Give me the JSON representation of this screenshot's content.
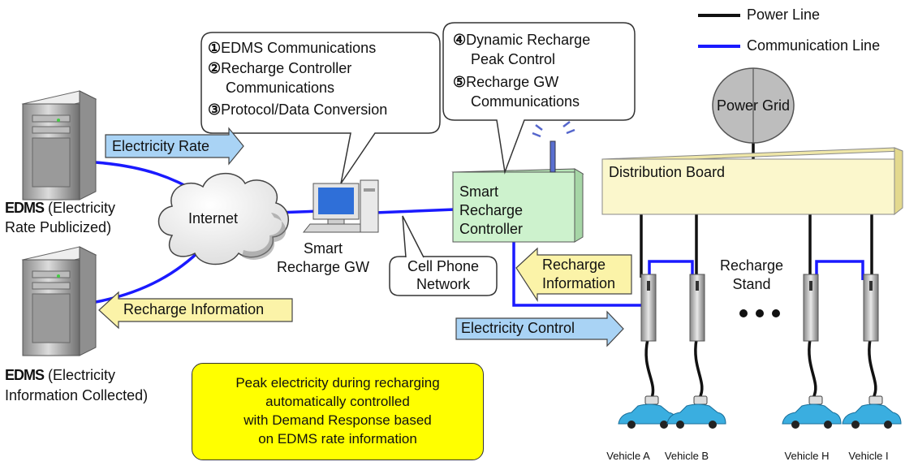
{
  "legend": {
    "power_line": "Power Line",
    "communication_line": "Communication Line"
  },
  "bubble_gw": {
    "items": [
      {
        "num": "1",
        "text": "EDMS Communications"
      },
      {
        "num": "2",
        "text": "Recharge Controller"
      },
      {
        "num": "",
        "text": "Communications"
      },
      {
        "num": "3",
        "text": "Protocol/Data Conversion"
      }
    ]
  },
  "bubble_controller": {
    "items": [
      {
        "num": "4",
        "text": "Dynamic Recharge"
      },
      {
        "num": "",
        "text": "Peak Control"
      },
      {
        "num": "5",
        "text": "Recharge GW"
      },
      {
        "num": "",
        "text": "Communications"
      }
    ]
  },
  "power_grid": "Power Grid",
  "distribution_board": "Distribution Board",
  "internet": "Internet",
  "smart_gw": {
    "line1": "Smart",
    "line2": "Recharge GW"
  },
  "controller": {
    "line1": "Smart",
    "line2": "Recharge",
    "line3": "Controller"
  },
  "cell_network": {
    "line1": "Cell Phone",
    "line2": "Network"
  },
  "edms_top": {
    "line1_strong": "EDMS",
    "line1_rest": " (Electricity",
    "line2": "Rate Publicized)"
  },
  "edms_bottom": {
    "line1_strong": "EDMS",
    "line1_rest": " (Electricity",
    "line2": "Information Collected)"
  },
  "arrows": {
    "electricity_rate": "Electricity Rate",
    "recharge_info_left": "Recharge Information",
    "recharge_info_right_1": "Recharge",
    "recharge_info_right_2": "Information",
    "electricity_control": "Electricity Control"
  },
  "recharge_stand": {
    "line1": "Recharge",
    "line2": "Stand"
  },
  "ellipsis": "• • •",
  "note": {
    "line1": "Peak electricity during recharging",
    "line2": "automatically controlled",
    "line3": "with Demand Response based",
    "line4": "on EDMS rate information"
  },
  "vehicles": [
    "Vehicle A",
    "Vehicle B",
    "Vehicle H",
    "Vehicle I"
  ],
  "colors": {
    "comm_line": "#1a1aff",
    "power_line": "#111111",
    "blue_arrow": "#a9d3f5",
    "yellow_arrow": "#fbf3a8",
    "controller_fill": "#cdf2cd",
    "board_fill": "#fbf7cc",
    "note_fill": "#ffff00",
    "grid_fill": "#bdbdbd",
    "car": "#3aaee0"
  }
}
